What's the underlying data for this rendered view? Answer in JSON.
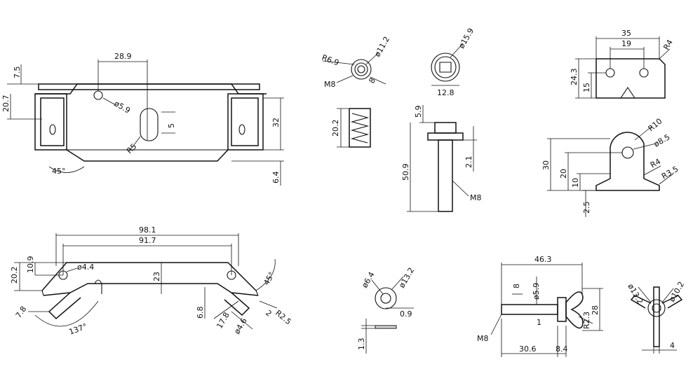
{
  "labels": {
    "bracket_top": {
      "d1": "28.9",
      "d2": "7.5",
      "d3": "20.7",
      "d4": "ø5.9",
      "d5": "5",
      "d6": "R5",
      "d7": "32",
      "d8": "45°",
      "d9": "6.4"
    },
    "bracket_bottom": {
      "d1": "98.1",
      "d2": "91.7",
      "d3": "20.2",
      "d4": "10.9",
      "d5": "ø4.4",
      "d6": "23",
      "d7": "45°",
      "d8": "R2.5",
      "d9": "2",
      "d10": "7.8",
      "d11": "137°",
      "d12": "6.8",
      "d13": "17.8",
      "d14": "ø4.6"
    },
    "tee_nut": {
      "d1": "R6.9",
      "d2": "ø11.2",
      "d3": "M8",
      "d4": "8",
      "d5": "20.2"
    },
    "hex_bolt": {
      "d1": "ø15.9",
      "d2": "12.8",
      "d3": "5.9",
      "d4": "50.9",
      "d5": "2.1",
      "d6": "M8"
    },
    "plate": {
      "d1": "35",
      "d2": "19",
      "d3": "R4",
      "d4": "24.3",
      "d5": "15"
    },
    "lug": {
      "d1": "R10",
      "d2": "ø8.5",
      "d3": "30",
      "d4": "20",
      "d5": "10",
      "d6": "R4",
      "d7": "R3.5",
      "d8": "2.5"
    },
    "washer": {
      "d1": "ø6.4",
      "d2": "ø13.2",
      "d3": "0.9",
      "d4": "1.3"
    },
    "wing_bolt": {
      "d1": "46.3",
      "d2": "8",
      "d3": "ø5.9",
      "d4": "28",
      "d5": "R2.3",
      "d6": "1",
      "d7": "M8",
      "d8": "30.6",
      "d9": "8.4"
    },
    "wing_nut": {
      "d1": "ø13.2",
      "d2": "ø10.2",
      "d3": "4"
    }
  }
}
